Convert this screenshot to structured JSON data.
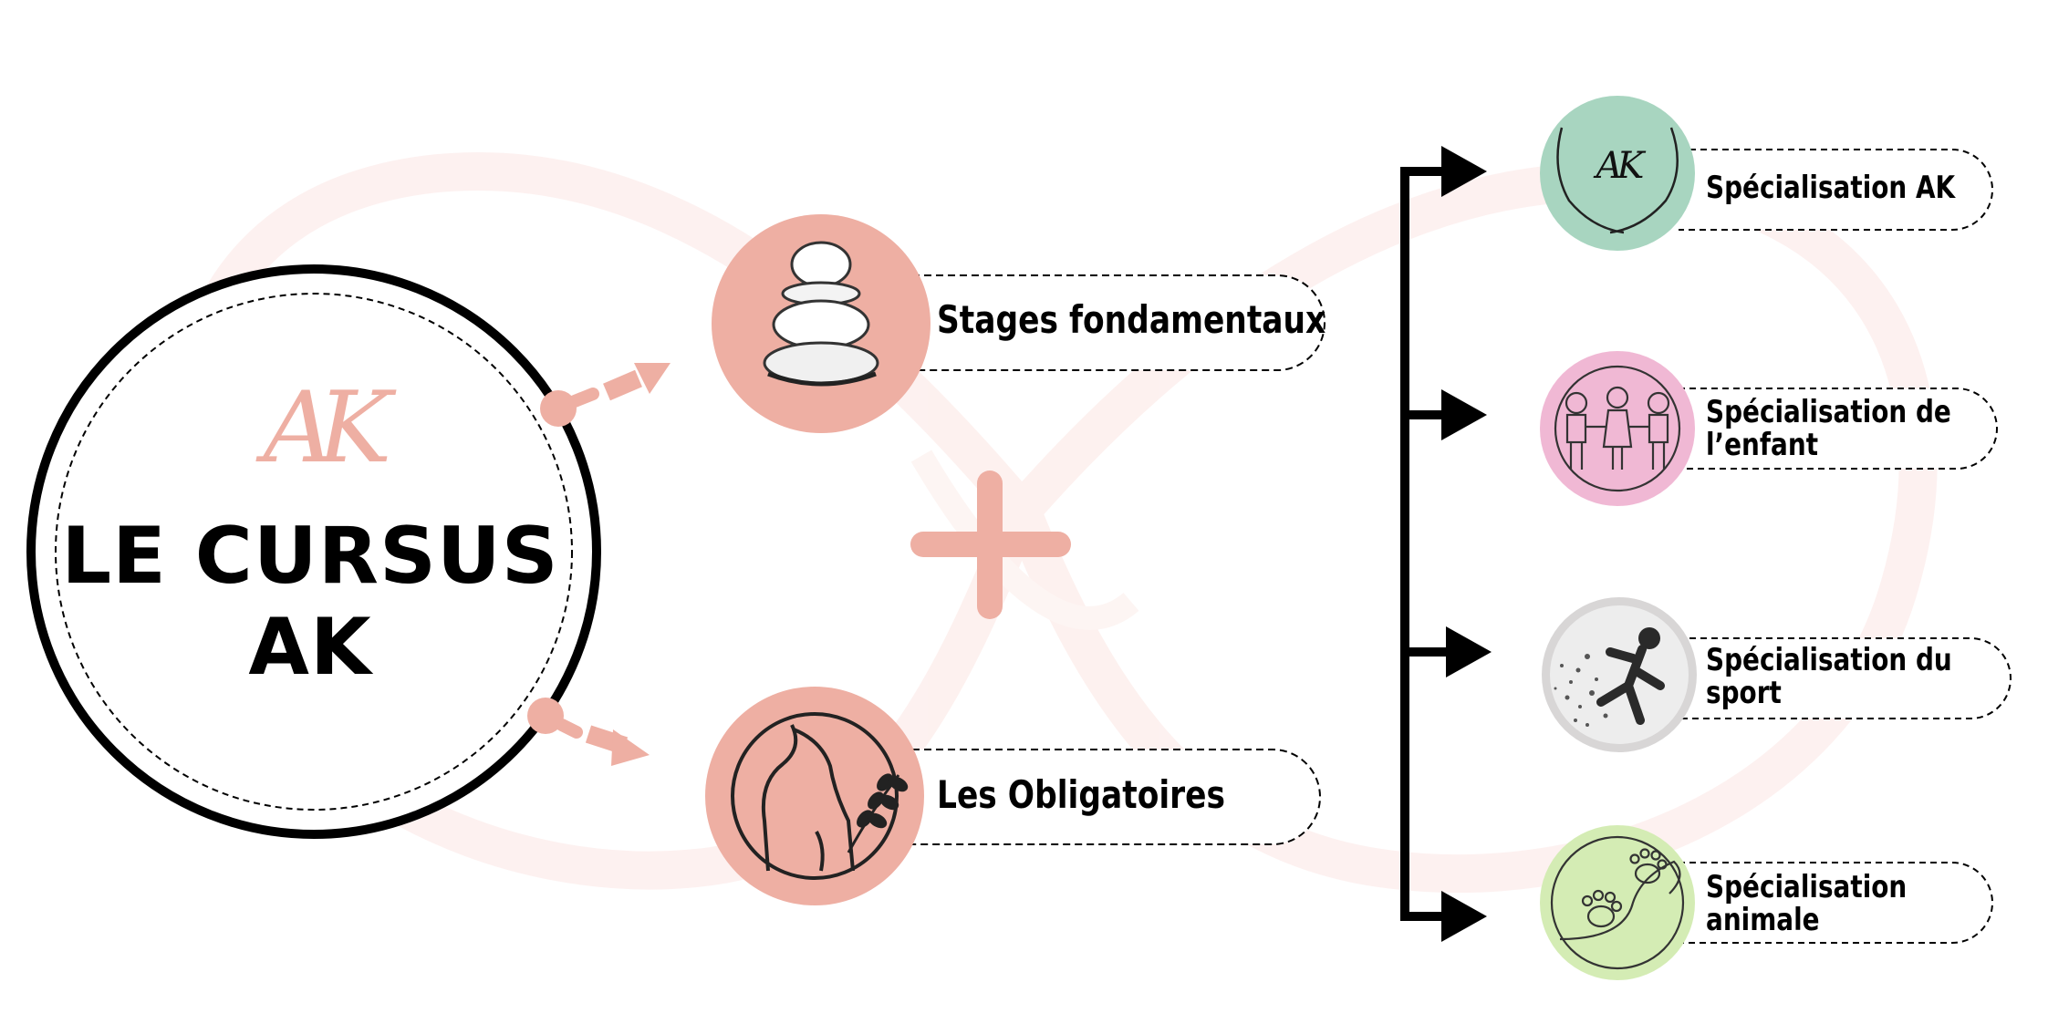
{
  "main_title": {
    "logo": "AK",
    "line1": "LE CURSUS",
    "line2": "AK"
  },
  "core": [
    {
      "label": "Stages fondamentaux",
      "icon": "stacked-stones-icon",
      "color": "#eeafa3"
    },
    {
      "label": "Les Obligatoires",
      "icon": "back-with-branch-icon",
      "color": "#eeafa3"
    }
  ],
  "plus_symbol": "+",
  "specialisations": [
    {
      "line1": "Spécialisation AK",
      "line2": "",
      "icon": "ak-hands-icon",
      "logo": "AK",
      "color": "#a8d5c0"
    },
    {
      "line1": "Spécialisation de",
      "line2": "l’enfant",
      "icon": "children-holding-hands-icon",
      "color": "#f0b8d4"
    },
    {
      "line1": "Spécialisation du",
      "line2": "sport",
      "icon": "runner-icon",
      "color": "#d8d6d6"
    },
    {
      "line1": "Spécialisation",
      "line2": "animale",
      "icon": "paw-prints-icon",
      "color": "#d4ecb4"
    }
  ],
  "colors": {
    "accent": "#eeafa3",
    "watermark": "#fdf1ef",
    "line": "#000000"
  }
}
